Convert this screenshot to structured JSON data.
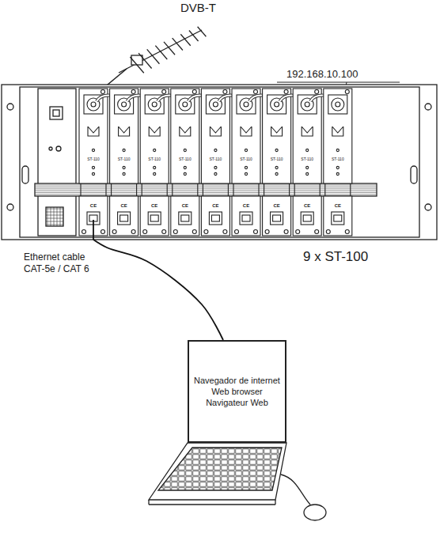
{
  "diagram": {
    "nodes": [
      {
        "text": [
          "9 x ST-100"
        ]
      },
      {
        "text": [
          "Navegador de internet Web browser Navigateur Web"
        ]
      }
    ],
    "edges": [
      {
        "from": 0,
        "to": 1,
        "arrow": "none",
        "label": "Ethernet cable CAT-5e / CAT 6"
      }
    ],
    "labels": [
      "DVB-T",
      "192.168.10.100",
      "ST-110",
      "ST-110",
      "ST-110",
      "ST-110",
      "ST-110",
      "ST-110",
      "ST-110",
      "ST-110",
      "ST-110",
      "CE",
      "CE",
      "CE",
      "CE",
      "CE",
      "CE",
      "CE",
      "CE",
      "CE"
    ]
  }
}
